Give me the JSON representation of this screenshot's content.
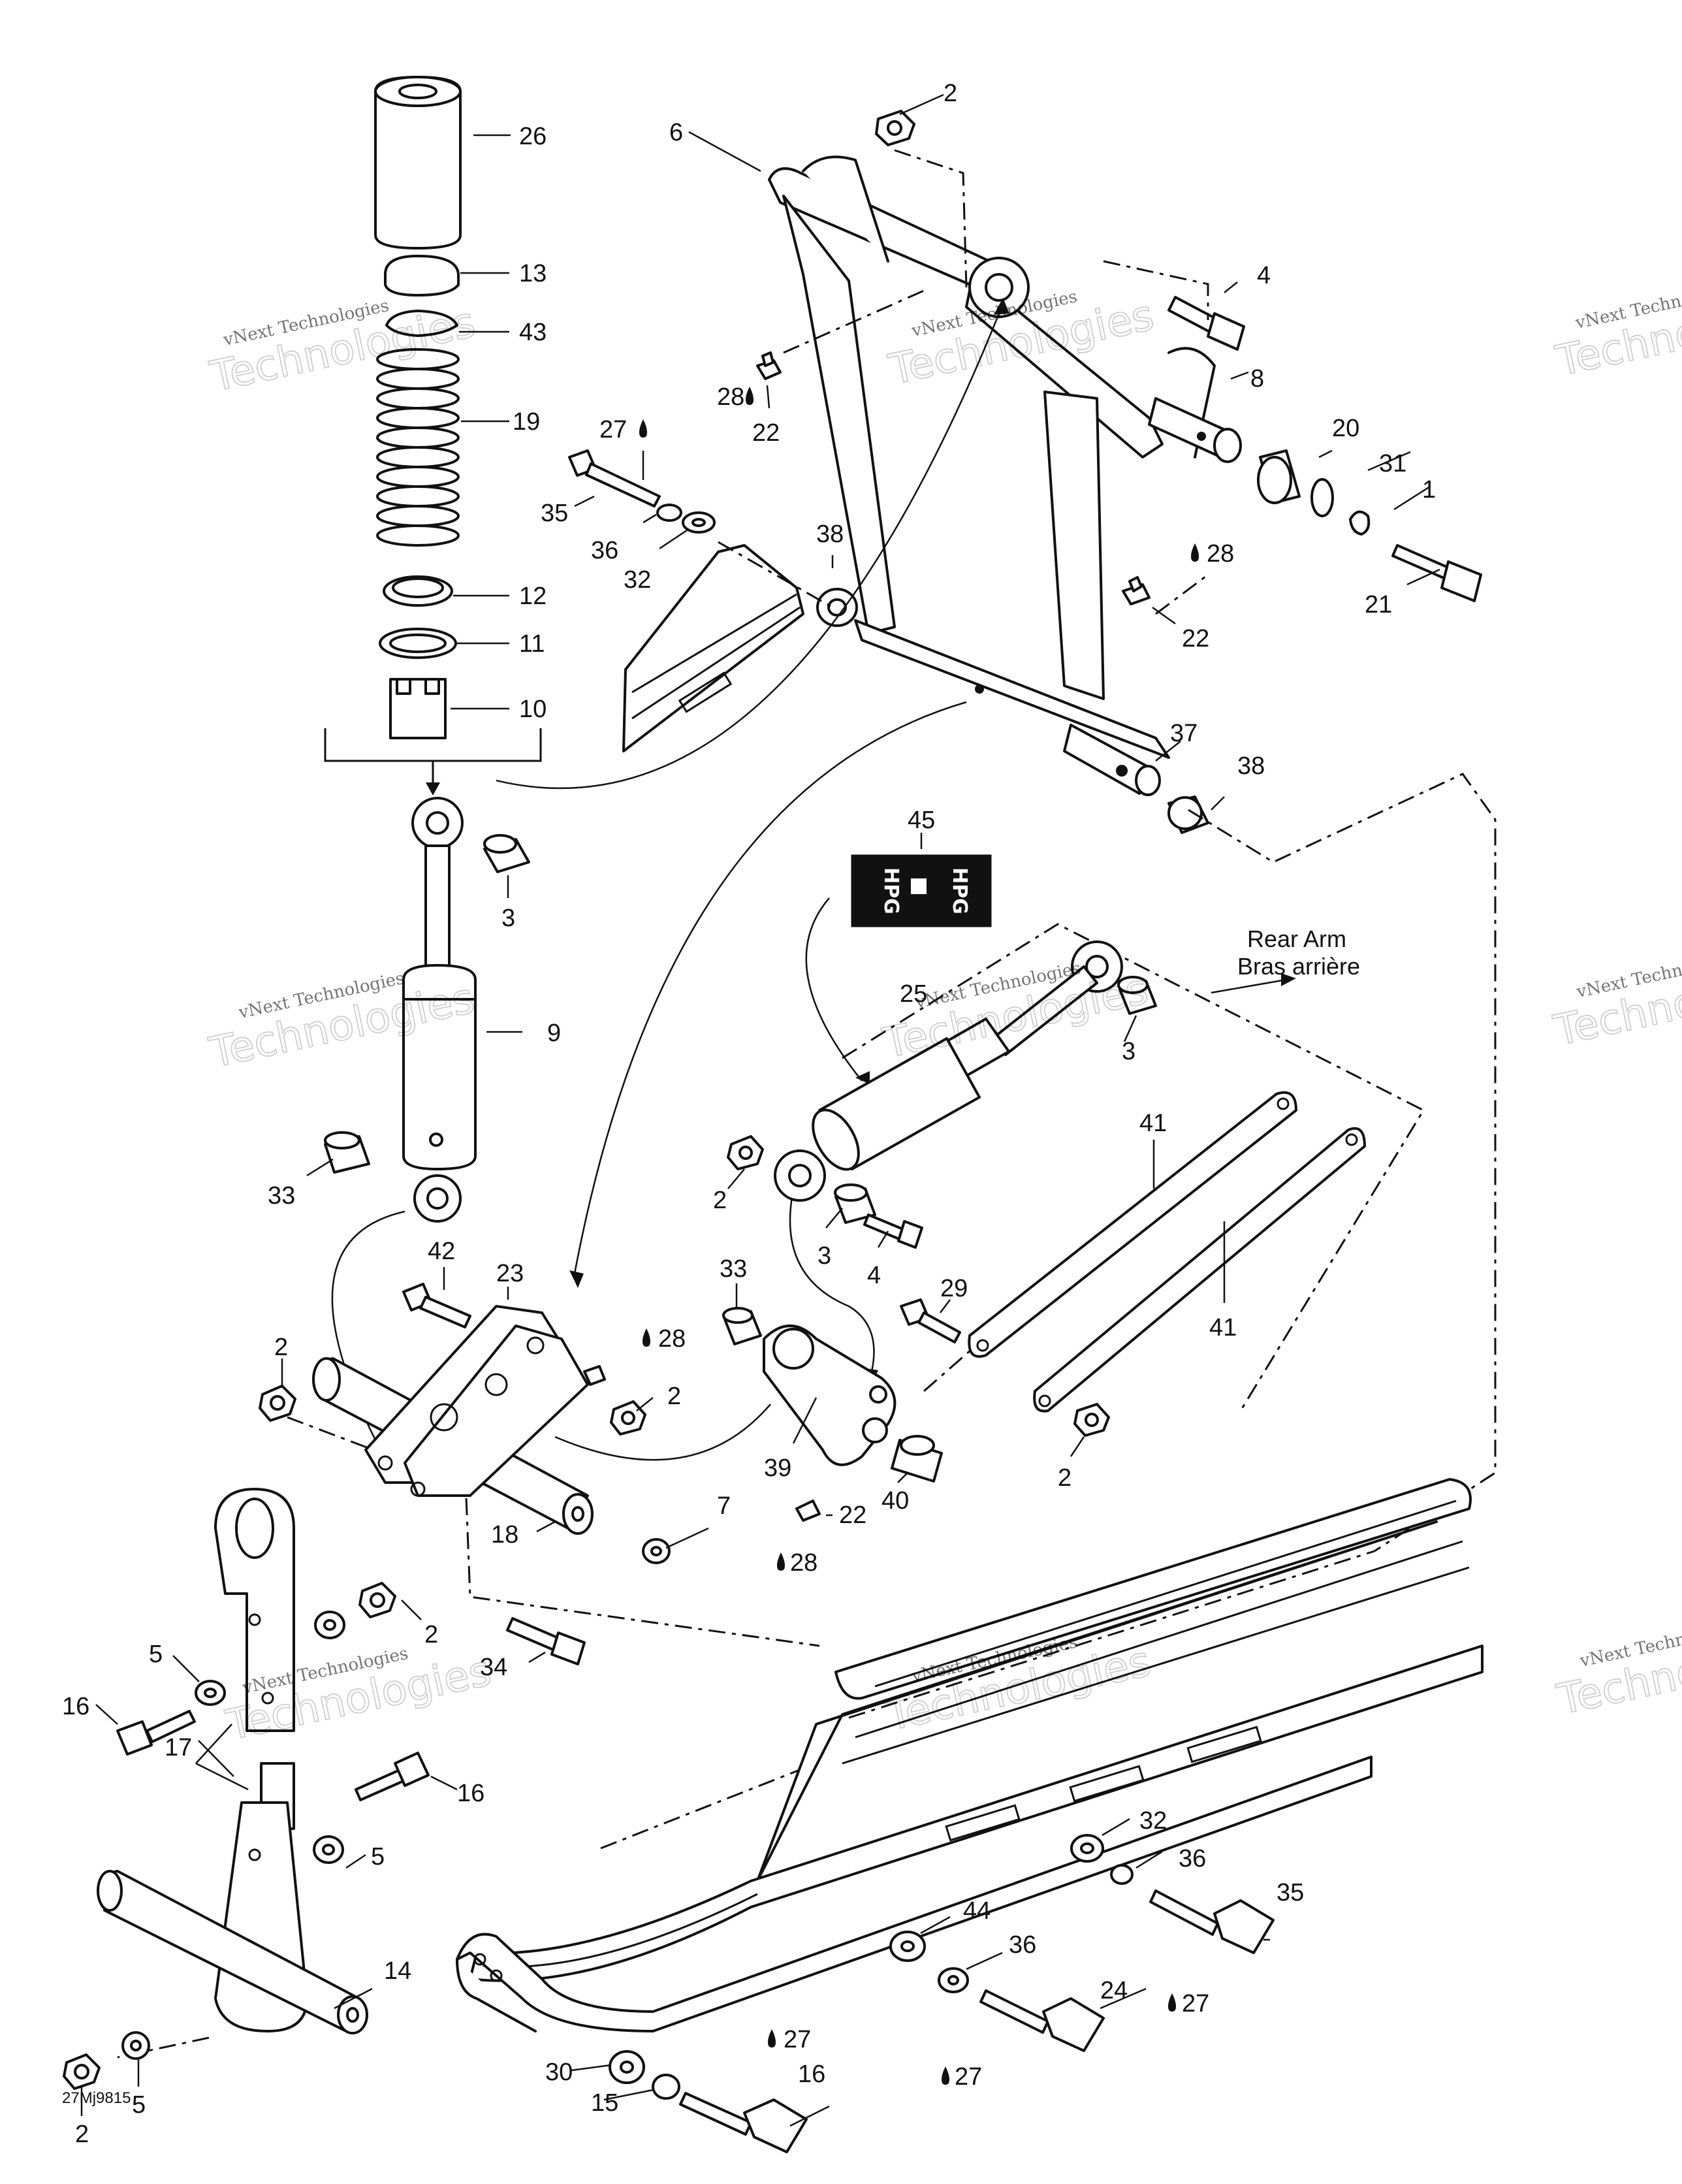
{
  "drawing_code": "27Mj9815",
  "rear_arm_label": {
    "line1": "Rear Arm",
    "line2": "Bras arrière"
  },
  "decal_text": {
    "left": "HPG",
    "right": "HPG"
  },
  "watermark": {
    "line1": "vNext Technologies",
    "line2": "Technologies"
  },
  "callouts": {
    "c26": "26",
    "c13": "13",
    "c43": "43",
    "c19": "19",
    "c12": "12",
    "c11": "11",
    "c10": "10",
    "c3a": "3",
    "c9": "9",
    "c33a": "33",
    "c6": "6",
    "c2a": "2",
    "c4a": "4",
    "c28a": "28",
    "c22a": "22",
    "c27a": "27",
    "c35a": "35",
    "c36a": "36",
    "c32a": "32",
    "c38a": "38",
    "c8": "8",
    "c20": "20",
    "c31": "31",
    "c1": "1",
    "c28b": "28",
    "c21": "21",
    "c22b": "22",
    "c37": "37",
    "c38b": "38",
    "c45": "45",
    "c25": "25",
    "c3b": "3",
    "c41a": "41",
    "c41b": "41",
    "c2b": "2",
    "c3c": "3",
    "c4b": "4",
    "c29": "29",
    "c33b": "33",
    "c2c": "2",
    "c42": "42",
    "c23": "23",
    "c2d": "2",
    "c28c": "28",
    "c2e": "2",
    "c39": "39",
    "c40": "40",
    "c22c": "22",
    "c28d": "28",
    "c18": "18",
    "c7": "7",
    "c34": "34",
    "c5a": "5",
    "c2f": "2",
    "c16a": "16",
    "c17": "17",
    "c16b": "16",
    "c5b": "5",
    "c14": "14",
    "c2g": "2",
    "c5c": "5",
    "c32b": "32",
    "c36b": "36",
    "c35b": "35",
    "c44": "44",
    "c36c": "36",
    "c24": "24",
    "c27b": "27",
    "c30": "30",
    "c27c": "27",
    "c15": "15",
    "c16c": "16",
    "c27d": "27"
  }
}
